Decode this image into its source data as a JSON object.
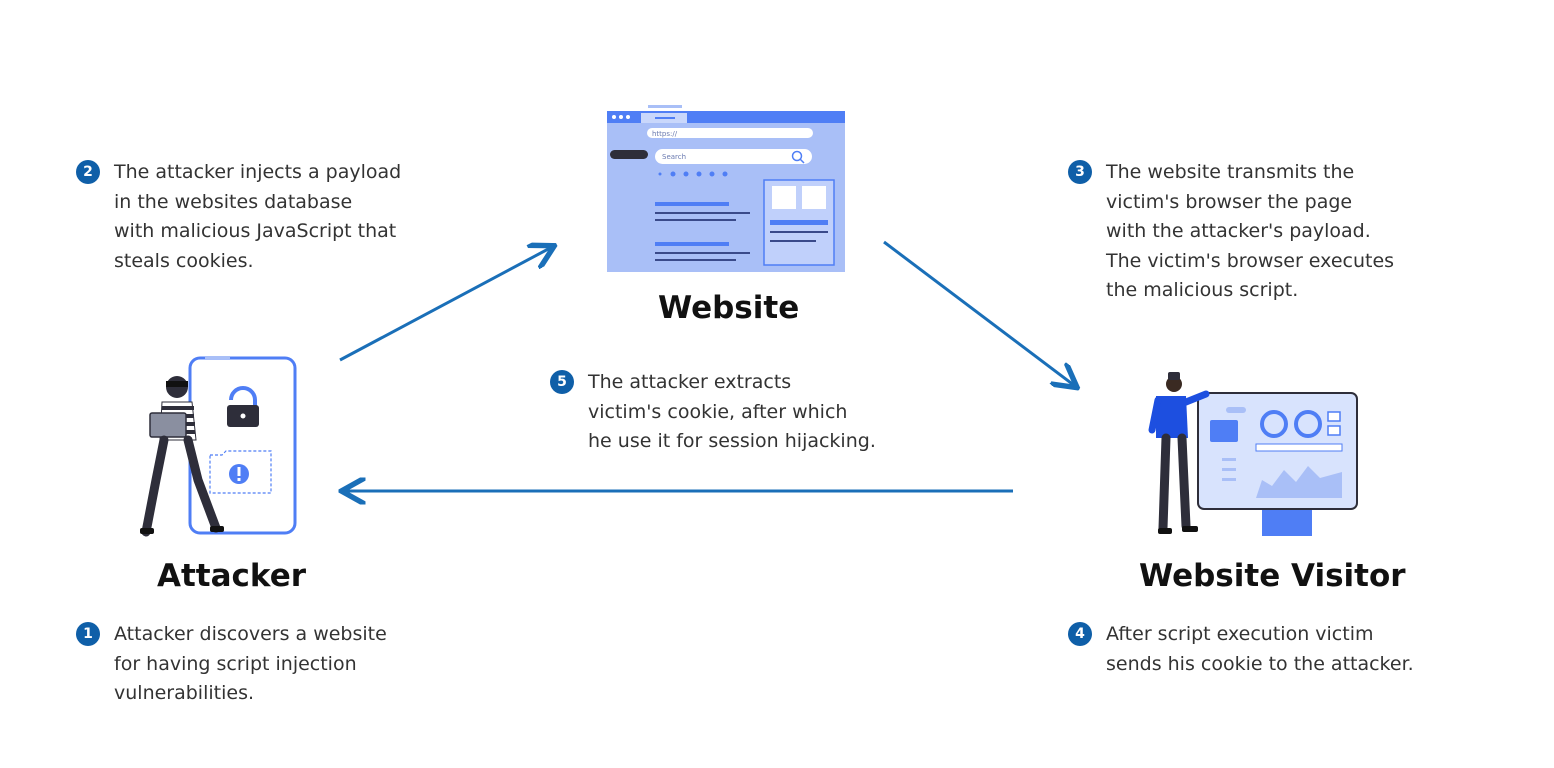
{
  "nodes": {
    "website": "Website",
    "attacker": "Attacker",
    "visitor": "Website Visitor"
  },
  "illustration": {
    "browser_url": "https://",
    "browser_search": "Search"
  },
  "steps": [
    {
      "number": "1",
      "lines": [
        "Attacker discovers a website",
        "for having script injection",
        "vulnerabilities."
      ]
    },
    {
      "number": "2",
      "lines": [
        "The attacker injects a payload",
        "in the websites database",
        "with malicious JavaScript that",
        "steals cookies."
      ]
    },
    {
      "number": "3",
      "lines": [
        "The website transmits the",
        "victim's browser the page",
        "with the attacker's payload.",
        "The victim's browser executes",
        "the malicious script."
      ]
    },
    {
      "number": "4",
      "lines": [
        "After script execution victim",
        "sends his cookie to the attacker."
      ]
    },
    {
      "number": "5",
      "lines": [
        "The attacker extracts",
        "victim's cookie, after which",
        "he use it for session hijacking."
      ]
    }
  ],
  "colors": {
    "arrow": "#1a6fb8",
    "badge": "#0f5fa8",
    "accent": "#4f7ef5",
    "light": "#a9bff7"
  }
}
